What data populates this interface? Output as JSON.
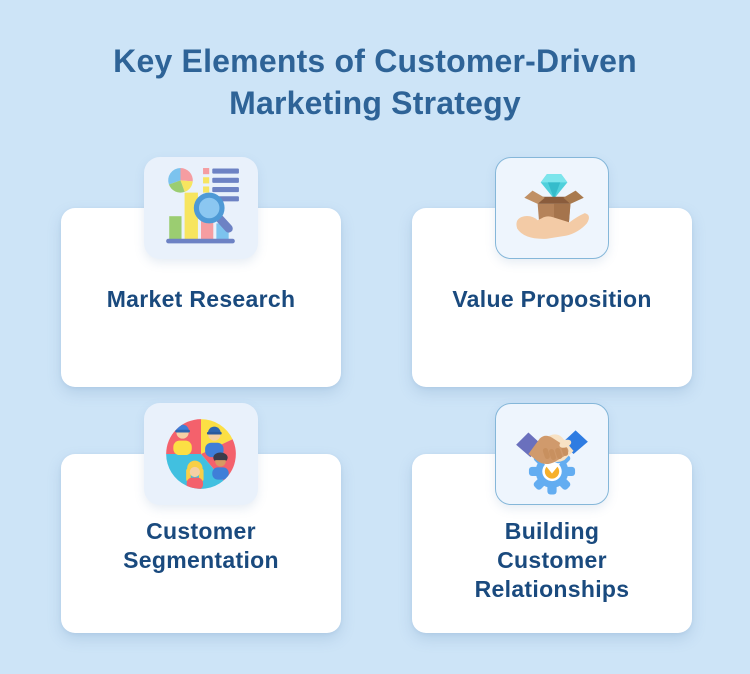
{
  "title": {
    "text": "Key Elements of Customer-Driven\nMarketing Strategy"
  },
  "cards": [
    {
      "id": "market-research",
      "label": "Market Research",
      "icon": "market-research-icon"
    },
    {
      "id": "value-proposition",
      "label": "Value Proposition",
      "icon": "value-proposition-icon"
    },
    {
      "id": "customer-segmentation",
      "label": "Customer\nSegmentation",
      "icon": "customer-segmentation-icon"
    },
    {
      "id": "building-customer-relationships",
      "label": "Building\nCustomer\nRelationships",
      "icon": "building-customer-relationships-icon"
    }
  ],
  "colors": {
    "background": "#cde4f7",
    "card": "#ffffff",
    "title_text": "#2e6397",
    "card_text": "#1a4a7e",
    "icon_tile": "#e9f1fb",
    "icon_tile_alt": "#eef5fd",
    "icon_tile_border": "#85b7d9"
  }
}
